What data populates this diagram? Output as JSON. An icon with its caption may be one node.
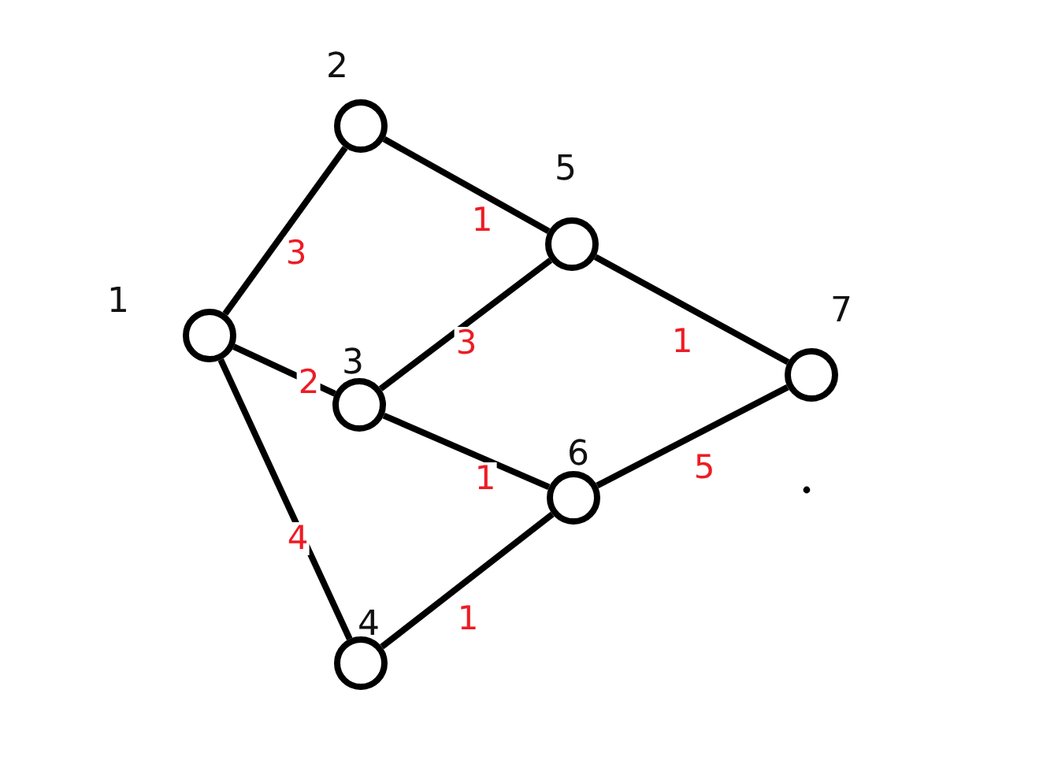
{
  "diagram": {
    "nodes": [
      {
        "text": [],
        "shape": "circle",
        "beside": [
          "1"
        ]
      },
      {
        "text": [],
        "shape": "circle",
        "beside": [
          "2"
        ]
      },
      {
        "text": [],
        "shape": "circle",
        "beside": [
          "3"
        ]
      },
      {
        "text": [],
        "shape": "circle",
        "beside": [
          "4"
        ]
      },
      {
        "text": [],
        "shape": "circle",
        "beside": [
          "5"
        ]
      },
      {
        "text": [],
        "shape": "circle",
        "beside": [
          "6"
        ]
      },
      {
        "text": [],
        "shape": "circle",
        "beside": [
          "7"
        ]
      }
    ],
    "edges": [
      {
        "from": 0,
        "to": 1,
        "arrow": "none",
        "label": "3"
      },
      {
        "from": 0,
        "to": 2,
        "arrow": "none",
        "label": "2"
      },
      {
        "from": 0,
        "to": 3,
        "arrow": "none",
        "label": "4"
      },
      {
        "from": 1,
        "to": 4,
        "arrow": "none",
        "label": "1"
      },
      {
        "from": 2,
        "to": 4,
        "arrow": "none",
        "label": "3"
      },
      {
        "from": 2,
        "to": 5,
        "arrow": "none",
        "label": "1"
      },
      {
        "from": 3,
        "to": 5,
        "arrow": "none",
        "label": "1"
      },
      {
        "from": 4,
        "to": 6,
        "arrow": "none",
        "label": "1"
      },
      {
        "from": 5,
        "to": 6,
        "arrow": "none",
        "label": "5"
      }
    ]
  }
}
